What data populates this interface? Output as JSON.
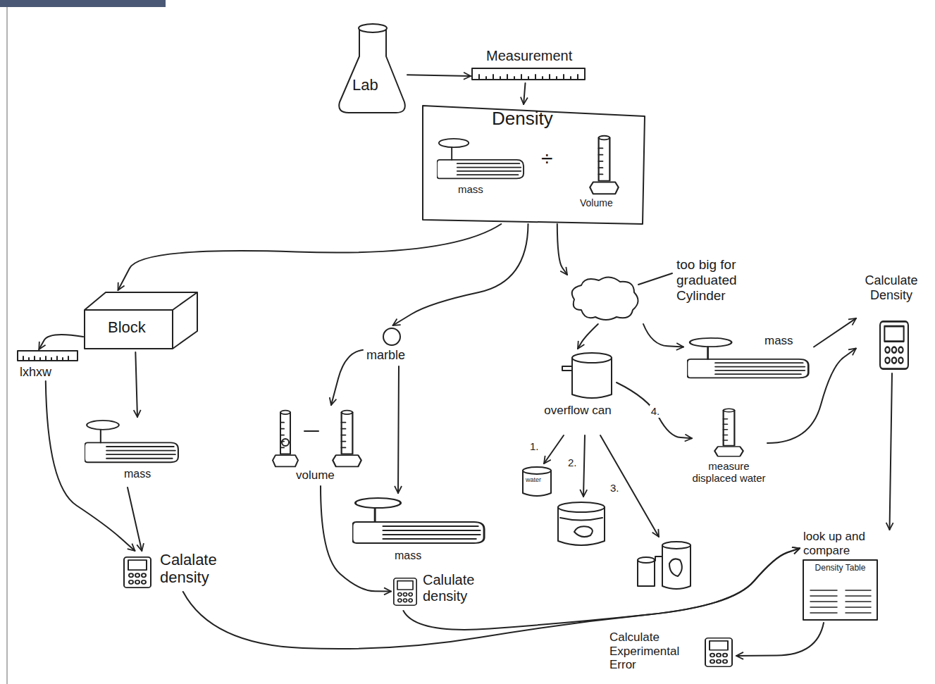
{
  "diagram": {
    "nodes": [
      {
        "text": [
          "Lab"
        ]
      },
      {
        "text": [
          "Measurement"
        ]
      },
      {
        "text": [
          "Density"
        ]
      },
      {
        "text": [
          "mass"
        ],
        "in": 2
      },
      {
        "text": [
          "Volume"
        ],
        "in": 2
      },
      {
        "text": [
          "Block"
        ]
      },
      {
        "text": [
          "lxhxw"
        ]
      },
      {
        "text": [
          "mass"
        ]
      },
      {
        "text": [
          "Calalate density"
        ]
      },
      {
        "text": [
          "marble"
        ]
      },
      {
        "text": [
          "volume"
        ]
      },
      {
        "text": [
          "mass"
        ]
      },
      {
        "text": [
          "Calulate density"
        ]
      },
      {
        "text": [
          "too big for graduated Cylinder"
        ]
      },
      {
        "text": [
          "overflow can"
        ]
      },
      {
        "text": [
          "mass"
        ]
      },
      {
        "text": [
          "measure displaced water"
        ]
      },
      {
        "text": [
          "Calculate Density"
        ]
      },
      {
        "text": [
          "look up and compare",
          "Density Table"
        ]
      },
      {
        "text": [
          "Calculate Experimental Error"
        ]
      }
    ],
    "edges": [
      {
        "from": 0,
        "to": 1,
        "arrow": "to"
      },
      {
        "from": 1,
        "to": 2,
        "arrow": "to"
      },
      {
        "from": 2,
        "to": 5,
        "arrow": "to"
      },
      {
        "from": 2,
        "to": 9,
        "arrow": "to"
      },
      {
        "from": 2,
        "to": 13,
        "arrow": "to"
      },
      {
        "from": 5,
        "to": 6,
        "arrow": "to"
      },
      {
        "from": 5,
        "to": 7,
        "arrow": "to"
      },
      {
        "from": 6,
        "to": 8,
        "arrow": "to"
      },
      {
        "from": 7,
        "to": 8,
        "arrow": "to"
      },
      {
        "from": 9,
        "to": 10,
        "arrow": "to"
      },
      {
        "from": 9,
        "to": 11,
        "arrow": "to"
      },
      {
        "from": 10,
        "to": 12,
        "arrow": "to"
      },
      {
        "from": 13,
        "to": 14,
        "arrow": "to"
      },
      {
        "from": 13,
        "to": 15,
        "arrow": "to"
      },
      {
        "from": 14,
        "to": 16,
        "label": "4.",
        "arrow": "to"
      },
      {
        "from": 16,
        "to": 17,
        "arrow": "to"
      },
      {
        "from": 15,
        "to": 17,
        "arrow": "to"
      },
      {
        "from": 17,
        "to": 18,
        "arrow": "to"
      },
      {
        "from": 8,
        "to": 18,
        "arrow": "to"
      },
      {
        "from": 12,
        "to": 18,
        "arrow": "to"
      },
      {
        "from": 18,
        "to": 19,
        "arrow": "to"
      }
    ],
    "labels": [
      "÷",
      "1.",
      "2.",
      "3.",
      "water"
    ]
  }
}
